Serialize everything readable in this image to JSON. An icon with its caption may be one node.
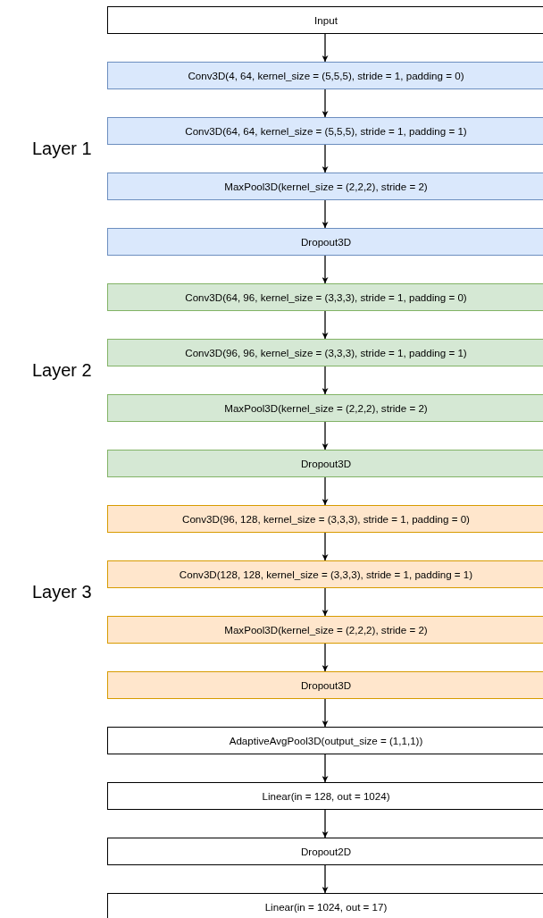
{
  "diagram": {
    "nodes": [
      {
        "text": [
          "Input"
        ]
      },
      {
        "text": [
          "Conv3D(4, 64, kernel_size = (5,5,5), stride = 1, padding = 0)"
        ]
      },
      {
        "text": [
          "Conv3D(64, 64, kernel_size = (5,5,5), stride = 1, padding = 1)"
        ]
      },
      {
        "text": [
          "MaxPool3D(kernel_size = (2,2,2), stride = 2)"
        ]
      },
      {
        "text": [
          "Dropout3D"
        ]
      },
      {
        "text": [
          "Conv3D(64, 96, kernel_size = (3,3,3), stride = 1, padding = 0)"
        ]
      },
      {
        "text": [
          "Conv3D(96, 96, kernel_size = (3,3,3), stride = 1, padding = 1)"
        ]
      },
      {
        "text": [
          "MaxPool3D(kernel_size = (2,2,2), stride = 2)"
        ]
      },
      {
        "text": [
          "Dropout3D"
        ]
      },
      {
        "text": [
          "Conv3D(96, 128, kernel_size = (3,3,3), stride = 1, padding = 0)"
        ]
      },
      {
        "text": [
          "Conv3D(128, 128, kernel_size = (3,3,3), stride = 1, padding = 1)"
        ]
      },
      {
        "text": [
          "MaxPool3D(kernel_size = (2,2,2), stride = 2)"
        ]
      },
      {
        "text": [
          "Dropout3D"
        ]
      },
      {
        "text": [
          "AdaptiveAvgPool3D(output_size = (1,1,1))"
        ]
      },
      {
        "text": [
          "Linear(in = 128, out = 1024)"
        ]
      },
      {
        "text": [
          "Dropout2D"
        ]
      },
      {
        "text": [
          "Linear(in = 1024, out = 17)"
        ]
      }
    ],
    "edges": [
      {
        "from": 0,
        "to": 1,
        "arrow": "to"
      },
      {
        "from": 1,
        "to": 2,
        "arrow": "to"
      },
      {
        "from": 2,
        "to": 3,
        "arrow": "to"
      },
      {
        "from": 3,
        "to": 4,
        "arrow": "to"
      },
      {
        "from": 4,
        "to": 5,
        "arrow": "to"
      },
      {
        "from": 5,
        "to": 6,
        "arrow": "to"
      },
      {
        "from": 6,
        "to": 7,
        "arrow": "to"
      },
      {
        "from": 7,
        "to": 8,
        "arrow": "to"
      },
      {
        "from": 8,
        "to": 9,
        "arrow": "to"
      },
      {
        "from": 9,
        "to": 10,
        "arrow": "to"
      },
      {
        "from": 10,
        "to": 11,
        "arrow": "to"
      },
      {
        "from": 11,
        "to": 12,
        "arrow": "to"
      },
      {
        "from": 12,
        "to": 13,
        "arrow": "to"
      },
      {
        "from": 13,
        "to": 14,
        "arrow": "to"
      },
      {
        "from": 14,
        "to": 15,
        "arrow": "to"
      },
      {
        "from": 15,
        "to": 16,
        "arrow": "to"
      }
    ],
    "labels": [
      "Layer 1",
      "Layer 2",
      "Layer 3"
    ]
  }
}
